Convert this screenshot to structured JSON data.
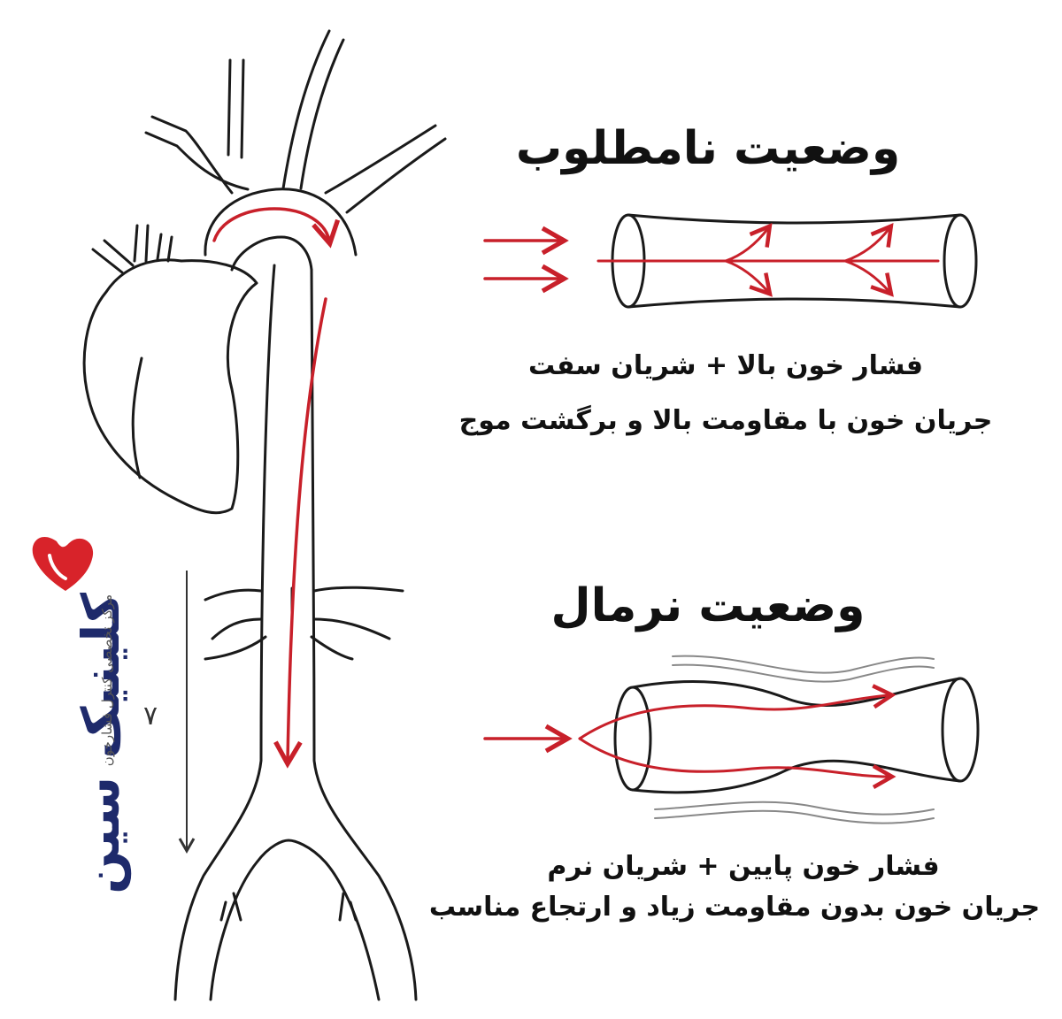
{
  "abnormal": {
    "title": "وضعیت نامطلوب",
    "line1": "فشار خون بالا + شریان سفت",
    "line2": "جریان خون با مقاومت بالا و برگشت موج"
  },
  "normal": {
    "title": "وضعیت نرمال",
    "line1": "فشار خون پایین + شریان نرم",
    "line2": "جریان خون بدون مقاومت زیاد و ارتجاع مناسب"
  },
  "flow_arrow": {
    "label": "۷"
  },
  "logo": {
    "name": "کلینیک سین",
    "subtitle": "مرکز تخصصی کنترل فشارخون",
    "color": "#1e2a6b",
    "accent_color": "#d8232a"
  },
  "colors": {
    "flow": "#c8202a",
    "outline": "#1a1a1a"
  }
}
